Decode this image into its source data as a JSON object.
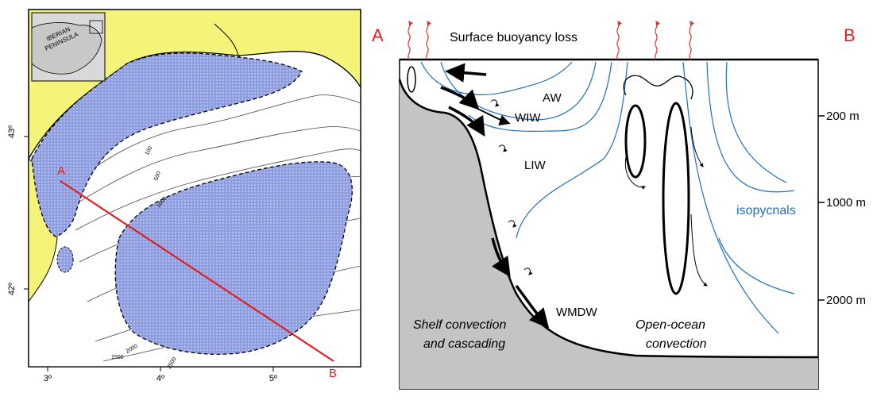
{
  "map": {
    "inset_label_line1": "IBERIAN",
    "inset_label_line2": "PENINSULA",
    "lat_labels": [
      "43º",
      "42º"
    ],
    "lon_labels": [
      "3º",
      "4º",
      "5º"
    ],
    "isobath_labels": [
      "100",
      "500",
      "1000",
      "1500",
      "2000",
      "2500"
    ],
    "section_start": "A",
    "section_end": "B",
    "colors": {
      "land": "#f4f47a",
      "convection_area": "#8f9ee0",
      "section_line": "#e02020"
    }
  },
  "section": {
    "label_a": "A",
    "label_b": "B",
    "surface_label": "Surface buoyancy loss",
    "water_masses": [
      "AW",
      "WIW",
      "LIW",
      "WMDW"
    ],
    "isopycnals_label": "isopycnals",
    "depth_labels": [
      "200 m",
      "1000 m",
      "2000 m"
    ],
    "shelf_label_line1": "Shelf convection",
    "shelf_label_line2": "and cascading",
    "ocean_label_line1": "Open-ocean",
    "ocean_label_line2": "convection",
    "colors": {
      "isopycnal": "#1f6fc0",
      "seafloor": "#c4c4c4",
      "heat_loss": "#e03030"
    }
  }
}
